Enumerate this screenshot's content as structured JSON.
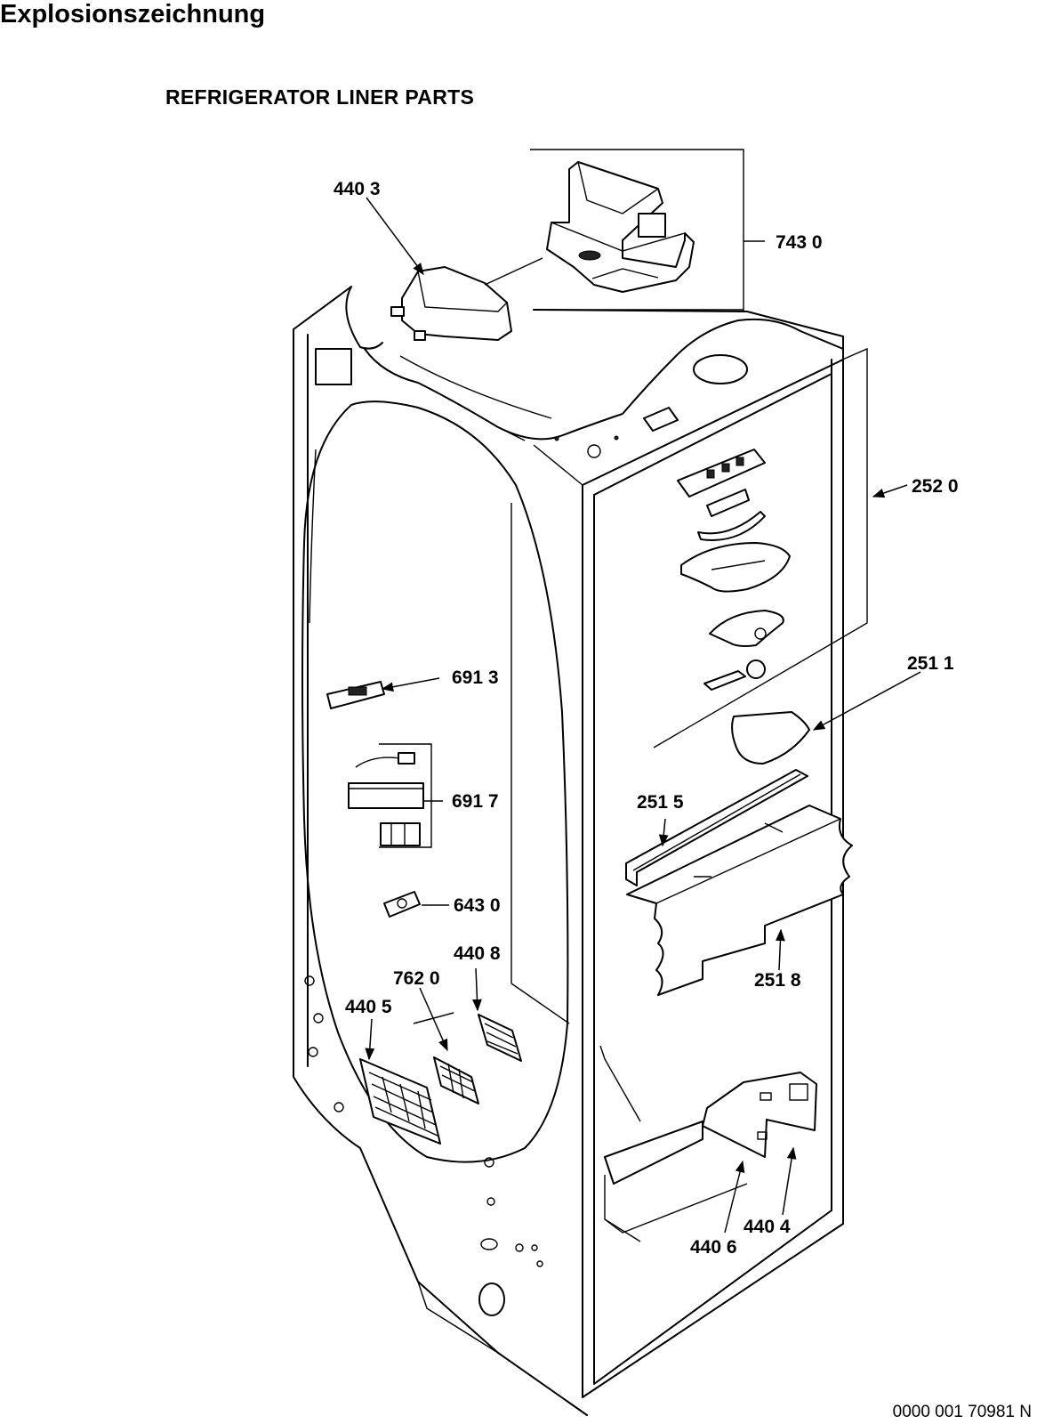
{
  "header": {
    "title": "Explosionszeichnung"
  },
  "section": {
    "title": "REFRIGERATOR LINER PARTS"
  },
  "footer": {
    "drawing_number": "0000 001 70981 N"
  },
  "callouts": [
    {
      "id": "c4403",
      "label": "440 3"
    },
    {
      "id": "c7430",
      "label": "743 0"
    },
    {
      "id": "c2520",
      "label": "252 0"
    },
    {
      "id": "c2511",
      "label": "251 1"
    },
    {
      "id": "c6913",
      "label": "691 3"
    },
    {
      "id": "c6917",
      "label": "691 7"
    },
    {
      "id": "c2515",
      "label": "251 5"
    },
    {
      "id": "c6430",
      "label": "643 0"
    },
    {
      "id": "c4408",
      "label": "440 8"
    },
    {
      "id": "c7620",
      "label": "762 0"
    },
    {
      "id": "c4405",
      "label": "440 5"
    },
    {
      "id": "c2518",
      "label": "251 8"
    },
    {
      "id": "c4404",
      "label": "440 4"
    },
    {
      "id": "c4406",
      "label": "440 6"
    }
  ]
}
